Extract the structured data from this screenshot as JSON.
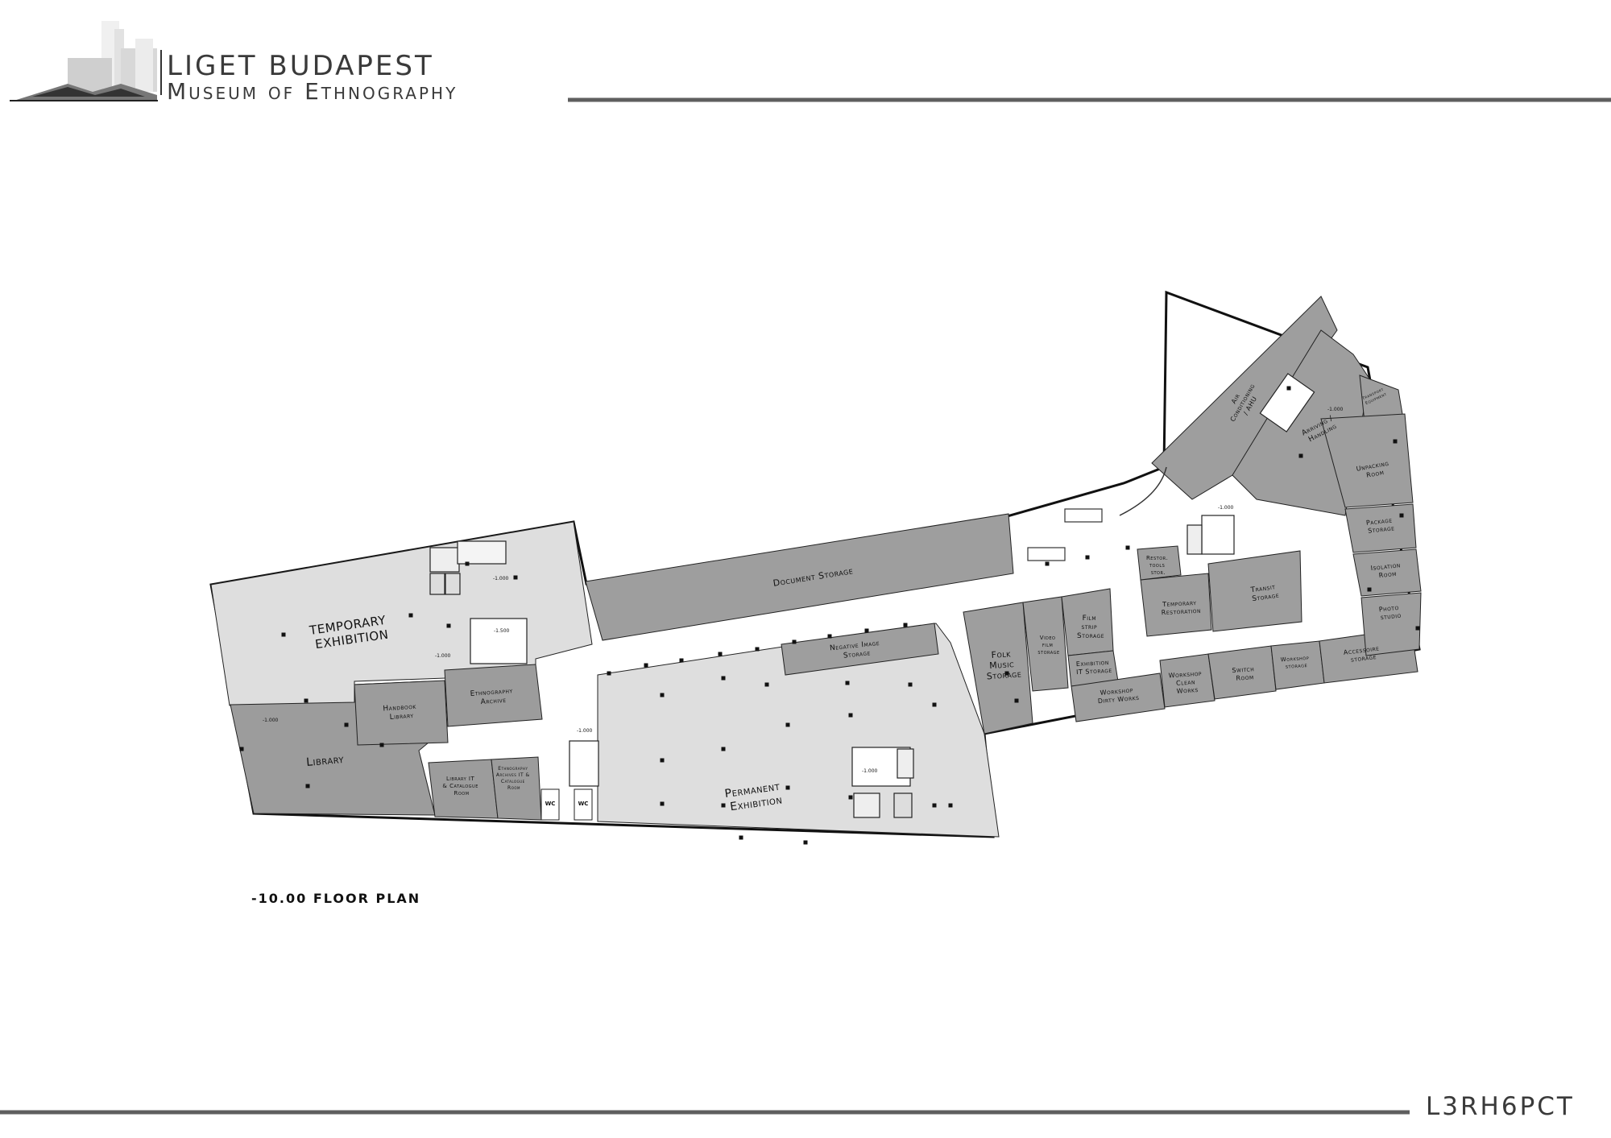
{
  "header": {
    "title": "LIGET BUDAPEST",
    "subtitle": "Museum of Ethnography"
  },
  "caption": "-10.00 FLOOR PLAN",
  "code": "L3RH6PCT",
  "level_marks": {
    "temp_upper": "-1.000",
    "temp_stair": "-1.500",
    "temp_lower": "-1.000",
    "library": "-1.000",
    "corridor": "-1.000",
    "permanent": "-1.000",
    "east_hall": "-1.000",
    "arriving": "-1.000"
  },
  "rooms": {
    "temporary_exhibition": [
      "TEMPORARY",
      "EXHIBITION"
    ],
    "document_storage": [
      "Document Storage"
    ],
    "library": [
      "Library"
    ],
    "handbook_library": [
      "Handbook",
      "Library"
    ],
    "ethnography_archive": [
      "Ethnography",
      "Archive"
    ],
    "library_it": [
      "Library IT",
      "& Catalogue",
      "Room"
    ],
    "ethno_archives_it": [
      "Ethnography",
      "Archives IT &",
      "Catalogue",
      "Room"
    ],
    "wc_1": "WC",
    "wc_2": "WC",
    "negative_image": [
      "Negative Image",
      "Storage"
    ],
    "permanent_exhibition": [
      "Permanent",
      "Exhibition"
    ],
    "folk_music": [
      "Folk",
      "Music",
      "Storage"
    ],
    "video_film": [
      "Video",
      "film",
      "storage"
    ],
    "film_strip": [
      "Film",
      "strip",
      "Storage"
    ],
    "exhibition_it": [
      "Exhibition",
      "IT Storage"
    ],
    "workshop_dirty": [
      "Workshop",
      "Dirty Works"
    ],
    "workshop_clean": [
      "Workshop",
      "Clean",
      "Works"
    ],
    "switch_room": [
      "Switch",
      "Room"
    ],
    "workshop_storage": [
      "Workshop",
      "storage"
    ],
    "accessoire": [
      "Accessoire",
      "storage"
    ],
    "temp_restoration": [
      "Temporary",
      "Restoration"
    ],
    "restor_tools": [
      "Restor.",
      "tools",
      "stor."
    ],
    "transit_storage": [
      "Transit",
      "Storage"
    ],
    "air_conditioning": [
      "Air",
      "Conditioning",
      "/ AHU"
    ],
    "arriving": [
      "Arriving /",
      "Handling"
    ],
    "transport_equipment": [
      "Transport",
      "Equipment"
    ],
    "unpacking": [
      "Unpacking",
      "Room"
    ],
    "package_storage": [
      "Package",
      "Storage"
    ],
    "isolation_room": [
      "Isolation",
      "Room"
    ],
    "photo_studio": [
      "Photo",
      "studio"
    ]
  }
}
